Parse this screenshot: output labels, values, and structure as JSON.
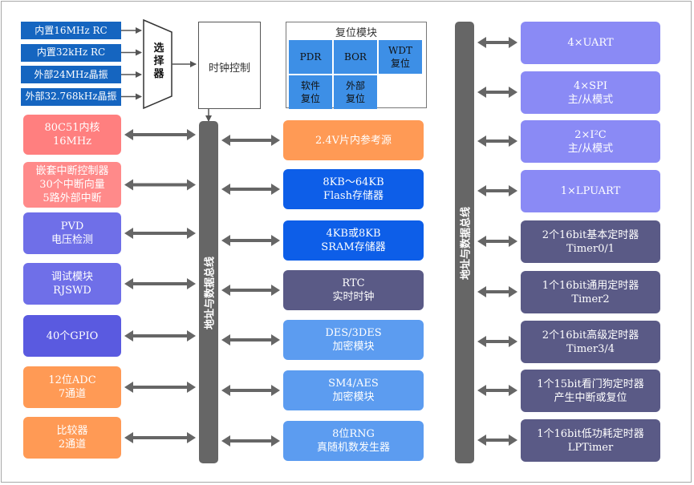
{
  "clock_sources": [
    "内置16MHz RC",
    "内置32kHz RC",
    "外部24MHz晶振",
    "外部32.768kHz晶振"
  ],
  "selector_label": [
    "选",
    "择",
    "器"
  ],
  "clock_control_label": "时钟控制",
  "reset_module": {
    "title": "复位模块",
    "cells": [
      [
        "PDR"
      ],
      [
        "BOR"
      ],
      [
        "WDT",
        "复位"
      ],
      [
        "软件",
        "复位"
      ],
      [
        "外部",
        "复位"
      ]
    ]
  },
  "bus_label": "地址与数据总线",
  "left_blocks": [
    {
      "lines": [
        "80C51内核",
        "16MHz"
      ],
      "color": "#ff7f7f"
    },
    {
      "lines": [
        "嵌套中断控制器",
        "30个中断向量",
        "5路外部中断"
      ],
      "color": "#ff8a8a"
    },
    {
      "lines": [
        "PVD",
        "电压检测"
      ],
      "color": "#6f6fe8"
    },
    {
      "lines": [
        "调试模块",
        "RJSWD"
      ],
      "color": "#6f6fe8"
    },
    {
      "lines": [
        "40个GPIO"
      ],
      "color": "#5a5ae0"
    },
    {
      "lines": [
        "12位ADC",
        "7通道"
      ],
      "color": "#ff9a55"
    },
    {
      "lines": [
        "比较器",
        "2通道"
      ],
      "color": "#ff9a55"
    }
  ],
  "mid_blocks": [
    {
      "lines": [
        "2.4V片内参考源"
      ],
      "color": "#ff9a55"
    },
    {
      "lines": [
        "8KB～64KB",
        "Flash存储器"
      ],
      "color": "#0d5ee8"
    },
    {
      "lines": [
        "4KB或8KB",
        "SRAM存储器"
      ],
      "color": "#0d5ee8"
    },
    {
      "lines": [
        "RTC",
        "实时时钟"
      ],
      "color": "#5a5a86"
    },
    {
      "lines": [
        "DES/3DES",
        "加密模块"
      ],
      "color": "#5c9cf0"
    },
    {
      "lines": [
        "SM4/AES",
        "加密模块"
      ],
      "color": "#5c9cf0"
    },
    {
      "lines": [
        "8位RNG",
        "真随机数发生器"
      ],
      "color": "#5c9cf0"
    }
  ],
  "right_blocks": [
    {
      "lines": [
        "4×UART"
      ],
      "color": "#8a8af5"
    },
    {
      "lines": [
        "4×SPI",
        "主/从模式"
      ],
      "color": "#8a8af5"
    },
    {
      "lines": [
        "2×I²C",
        "主/从模式"
      ],
      "color": "#8a8af5"
    },
    {
      "lines": [
        "1×LPUART"
      ],
      "color": "#8a8af5"
    },
    {
      "lines": [
        "2个16bit基本定时器",
        "Timer0/1"
      ],
      "color": "#5a5a86"
    },
    {
      "lines": [
        "1个16bit通用定时器",
        "Timer2"
      ],
      "color": "#5a5a86"
    },
    {
      "lines": [
        "2个16bit高级定时器",
        "Timer3/4"
      ],
      "color": "#5a5a86"
    },
    {
      "lines": [
        "1个15bit看门狗定时器",
        "产生中断或复位"
      ],
      "color": "#5a5a86"
    },
    {
      "lines": [
        "1个16bit低功耗定时器",
        "LPTimer"
      ],
      "color": "#5a5a86"
    }
  ]
}
